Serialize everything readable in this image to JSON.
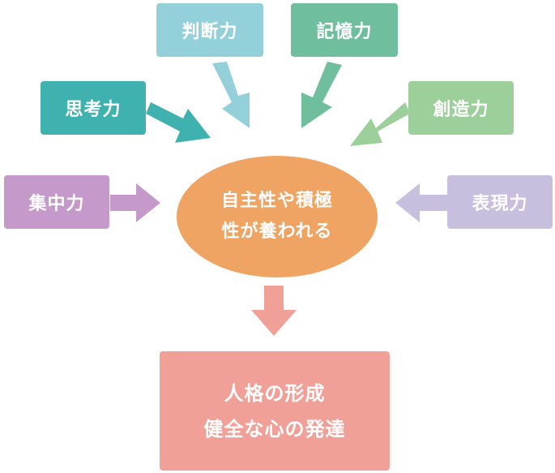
{
  "colors": {
    "judgment": "#93d0da",
    "memory": "#6fbe9e",
    "thinking": "#3fb2b0",
    "creativity": "#9ccf9a",
    "concentration": "#c59acb",
    "expression": "#c8bedd",
    "center": "#f0a463",
    "result": "#f0a097"
  },
  "boxes": {
    "judgment": "判断力",
    "memory": "記憶力",
    "thinking": "思考力",
    "creativity": "創造力",
    "concentration": "集中力",
    "expression": "表現力"
  },
  "center": {
    "line1": "自主性や積極",
    "line2": "性が養われる"
  },
  "result": {
    "line1": "人格の形成",
    "line2": "健全な心の発達"
  }
}
